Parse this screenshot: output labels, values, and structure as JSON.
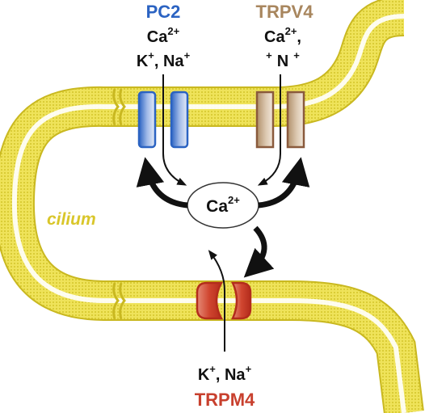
{
  "labels": {
    "pc2": "PC2",
    "trpv4": "TRPV4",
    "trpm4": "TRPM4",
    "cilium": "cilium"
  },
  "ions": {
    "pc2": {
      "line1_base": "Ca",
      "line1_sup": "2+",
      "line2_k": "K",
      "line2_k_sup": "+",
      "line2_sep": ", Na",
      "line2_na_sup": "+"
    },
    "trpv4": {
      "line1_base": "Ca",
      "line1_sup": "2+",
      "line1_comma": ",",
      "line2_lead_sup": "+",
      "line2_base": "N",
      "line2_sup": "+"
    },
    "trpm4": {
      "k": "K",
      "k_sup": "+",
      "sep": ", Na",
      "na_sup": "+"
    }
  },
  "center": {
    "base": "Ca",
    "sup": "2+"
  },
  "colors": {
    "membrane": "#e6d83a",
    "membrane_dots": "#d4c52a",
    "pc2": "#2b63c2",
    "trpv4": "#a8865e",
    "trpm4": "#c8402e",
    "text": "#111111",
    "cilium_text": "#d9c62a"
  }
}
